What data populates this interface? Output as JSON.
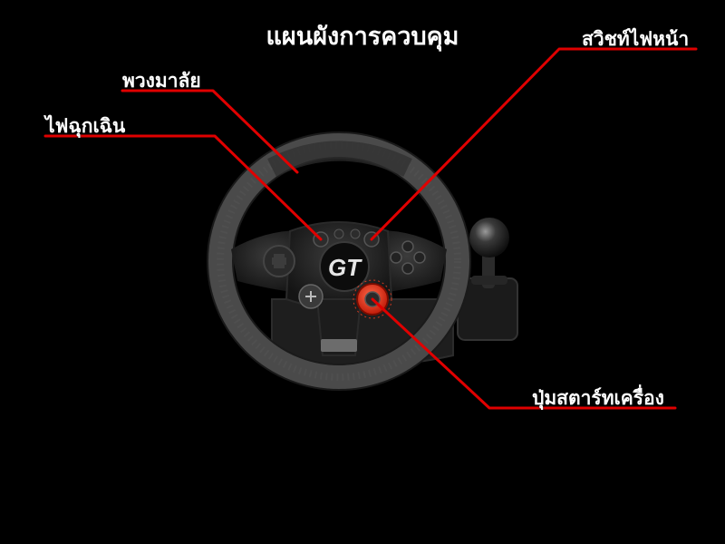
{
  "title": "แผนผังการควบคุม",
  "labels": {
    "wheel": "พวงมาลัย",
    "hazard": "ไฟฉุกเฉิน",
    "headlight": "สวิชท์ไฟหน้า",
    "start": "ปุ่มสตาร์ทเครื่อง"
  },
  "center_logo": "GT",
  "colors": {
    "background": "#000000",
    "callout": "#e00000",
    "text": "#ffffff",
    "start_button": "#e23a1e"
  }
}
